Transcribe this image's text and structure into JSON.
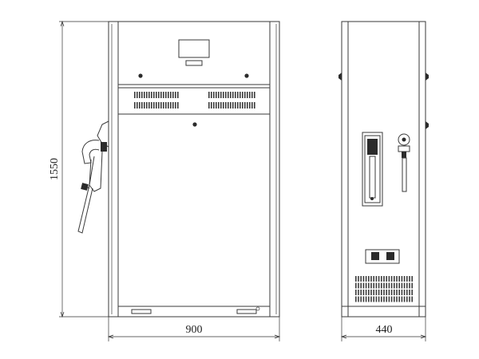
{
  "dimensions": {
    "height_label": "1550",
    "front_width_label": "900",
    "side_width_label": "440"
  },
  "colors": {
    "line": "#3a3a3a",
    "background": "#ffffff"
  }
}
